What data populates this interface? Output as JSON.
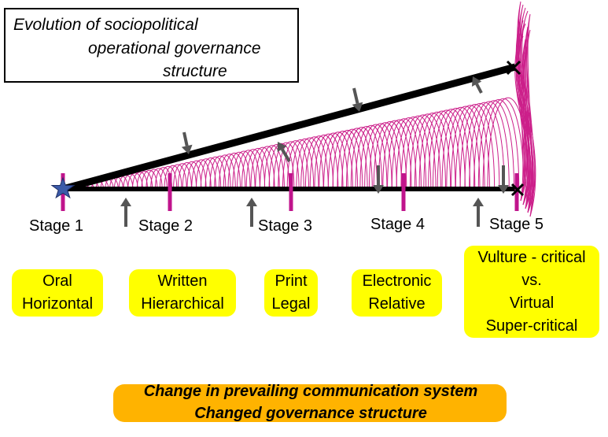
{
  "title": {
    "line1": "Evolution of sociopolitical",
    "line2": "operational governance",
    "line3": "structure"
  },
  "stages": [
    {
      "label": "Stage 1",
      "lines": [
        "Oral",
        "Horizontal"
      ]
    },
    {
      "label": "Stage 2",
      "lines": [
        "Written",
        "Hierarchical"
      ]
    },
    {
      "label": "Stage 3",
      "lines": [
        "Print",
        "Legal"
      ]
    },
    {
      "label": "Stage 4",
      "lines": [
        "Electronic",
        "Relative"
      ]
    },
    {
      "label": "Stage 5",
      "lines": [
        "Vulture - critical",
        "vs.",
        "Virtual",
        "Super-critical"
      ]
    }
  ],
  "bottom": {
    "line1": "Change in prevailing communication system",
    "line2": "Changed governance structure"
  },
  "colors": {
    "loops": "#cc1f8a",
    "ticks": "#c0148c",
    "arrows": "#555555",
    "star": "#3b5aa8",
    "box_fill": "#ffff00",
    "bottom_fill": "#ffb300"
  }
}
